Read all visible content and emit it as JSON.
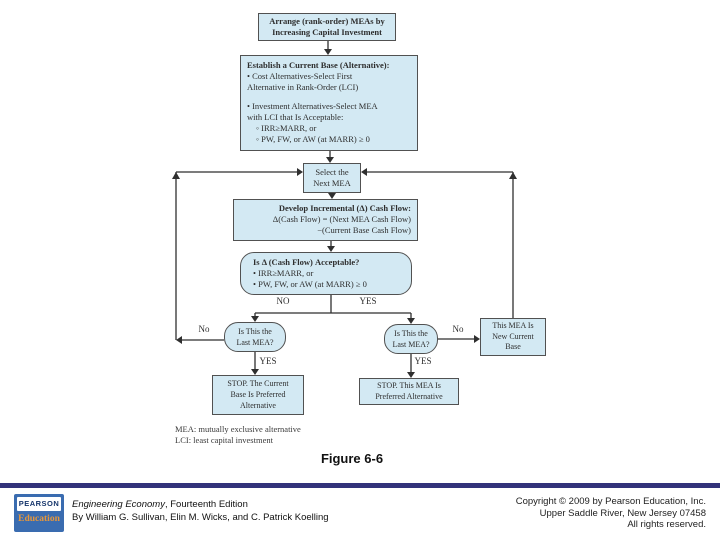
{
  "figure": {
    "caption": "Figure 6-6"
  },
  "flowchart": {
    "arrange": {
      "lines": [
        "Arrange (rank-order) MEAs by",
        "Increasing Capital Investment"
      ]
    },
    "establish": {
      "lines": [
        "Establish a Current Base (Alternative):",
        "• Cost Alternatives-Select First",
        "Alternative in Rank-Order (LCI)",
        "• Investment Alternatives-Select MEA",
        "with LCI that Is Acceptable:",
        "◦ IRR≥MARR, or",
        "◦ PW, FW, or AW (at MARR) ≥ 0"
      ]
    },
    "select": {
      "lines": [
        "Select the",
        "Next MEA"
      ]
    },
    "develop": {
      "lines": [
        "Develop Incremental (Δ) Cash Flow:",
        "Δ(Cash Flow) = (Next MEA Cash Flow)",
        "−(Current Base Cash Flow)"
      ]
    },
    "accept": {
      "lines": [
        "Is Δ (Cash Flow) Acceptable?",
        "• IRR≥MARR, or",
        "• PW, FW, or AW (at MARR) ≥ 0"
      ]
    },
    "last_left": {
      "lines": [
        "Is This the",
        "Last MEA?"
      ]
    },
    "last_right": {
      "lines": [
        "Is This the",
        "Last MEA?"
      ]
    },
    "new_base": {
      "lines": [
        "This MEA Is",
        "New Current",
        "Base"
      ]
    },
    "stop_left": {
      "lines": [
        "STOP. The Current",
        "Base Is Preferred",
        "Alternative"
      ]
    },
    "stop_right": {
      "lines": [
        "STOP. This MEA Is",
        "Preferred Alternative"
      ]
    },
    "labels": {
      "no_upper": "NO",
      "yes_upper": "YES",
      "no_left": "No",
      "no_right": "No",
      "yes_left": "YES",
      "yes_right": "YES"
    },
    "legend": {
      "lines": [
        "MEA: mutually exclusive alternative",
        "LCI: least capital investment"
      ]
    }
  },
  "footer": {
    "logo": {
      "brand": "PEARSON",
      "division": "Education"
    },
    "book": {
      "title": "Engineering Economy",
      "edition": ", Fourteenth Edition",
      "authors": "By William G. Sullivan, Elin M. Wicks, and C. Patrick Koelling"
    },
    "copyright": {
      "lines": [
        "Copyright © 2009 by Pearson Education, Inc.",
        "Upper Saddle River, New Jersey 07458",
        "All rights reserved."
      ]
    }
  },
  "colors": {
    "box_fill": "#d3e9f3",
    "box_border": "#515151",
    "connector": "#2f2f2f",
    "footer_bar": "#32327a",
    "logo_blue": "#3a6cb0",
    "logo_orange": "#e8973a"
  }
}
